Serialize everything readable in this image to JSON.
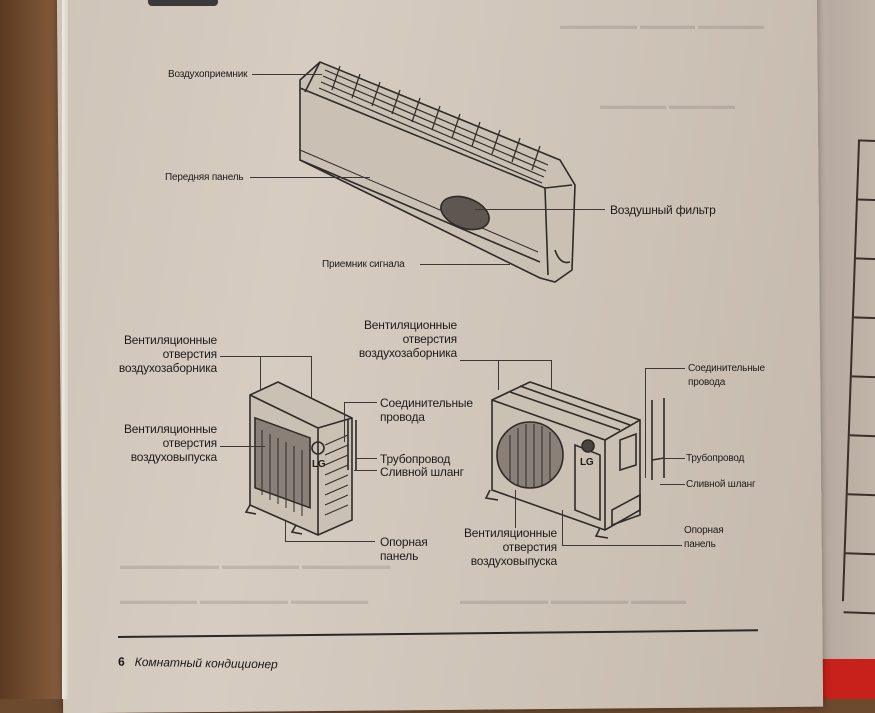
{
  "page": {
    "number": "6",
    "footer_title": "Комнатный кондиционер"
  },
  "indoor_unit": {
    "labels": {
      "air_intake": "Воздухоприемник",
      "front_panel": "Передняя панель",
      "air_filter": "Воздушный фильтр",
      "signal_receiver": "Приемник сигнала"
    }
  },
  "outdoor_unit_small": {
    "labels": {
      "intake_vents": [
        "Вентиляционные",
        "отверстия",
        "воздухозаборника"
      ],
      "outlet_vents": [
        "Вентиляционные",
        "отверстия",
        "воздуховыпуска"
      ],
      "connecting_wires": [
        "Соединительные",
        "провода"
      ],
      "piping": "Трубопровод",
      "drain_hose": "Сливной шланг",
      "base_panel": [
        "Опорная",
        "панель"
      ]
    },
    "brand": "LG"
  },
  "outdoor_unit_large": {
    "labels": {
      "intake_vents": [
        "Вентиляционные",
        "отверстия",
        "воздухозаборника"
      ],
      "outlet_vents": [
        "Вентиляционные",
        "отверстия",
        "воздуховыпуска"
      ],
      "connecting_wires": [
        "Соединительные",
        "провода"
      ],
      "piping": "Трубопровод",
      "drain_hose": "Сливной шланг",
      "base_panel": [
        "Опорная",
        "панель"
      ]
    },
    "brand": "LG"
  },
  "colors": {
    "paper": "#d2c7bb",
    "ink": "#1e1c1a",
    "cover_red": "#c8201a",
    "table_background": "#5a3a22"
  }
}
